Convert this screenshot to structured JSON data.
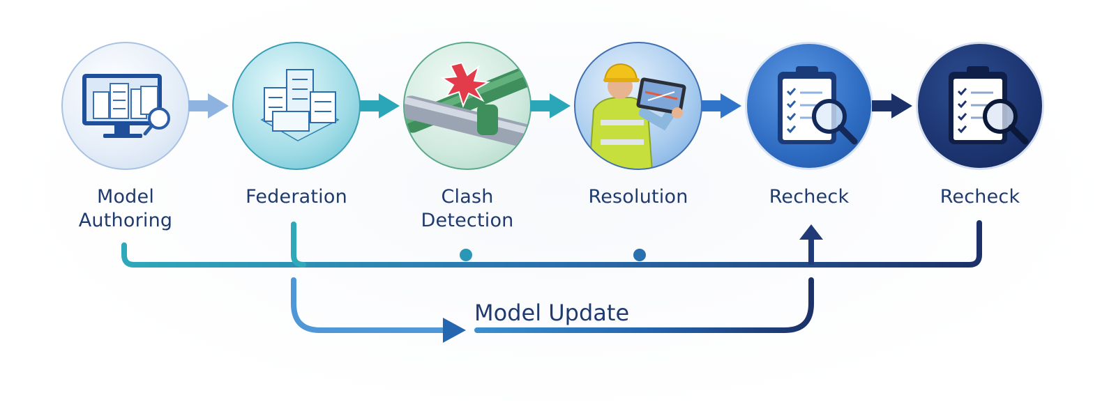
{
  "steps": [
    {
      "id": "model-authoring",
      "lines": [
        "Model",
        "Authoring"
      ],
      "icon": "monitor-buildings-icon"
    },
    {
      "id": "federation",
      "lines": [
        "Federation"
      ],
      "icon": "buildings-icon"
    },
    {
      "id": "clash-detection",
      "lines": [
        "Clash",
        "Detection"
      ],
      "icon": "pipe-clash-icon"
    },
    {
      "id": "resolution",
      "lines": [
        "Resolution"
      ],
      "icon": "worker-tablet-icon"
    },
    {
      "id": "recheck-1",
      "lines": [
        "Recheck"
      ],
      "icon": "clipboard-magnifier-icon"
    },
    {
      "id": "recheck-2",
      "lines": [
        "Recheck"
      ],
      "icon": "clipboard-magnifier-icon"
    }
  ],
  "update_label": "Model Update",
  "colors": {
    "teal": "#2aa6b8",
    "light_blue": "#8fb3e0",
    "mid_blue": "#2f74c9",
    "navy": "#1c3168",
    "text": "#1f3a6e"
  }
}
